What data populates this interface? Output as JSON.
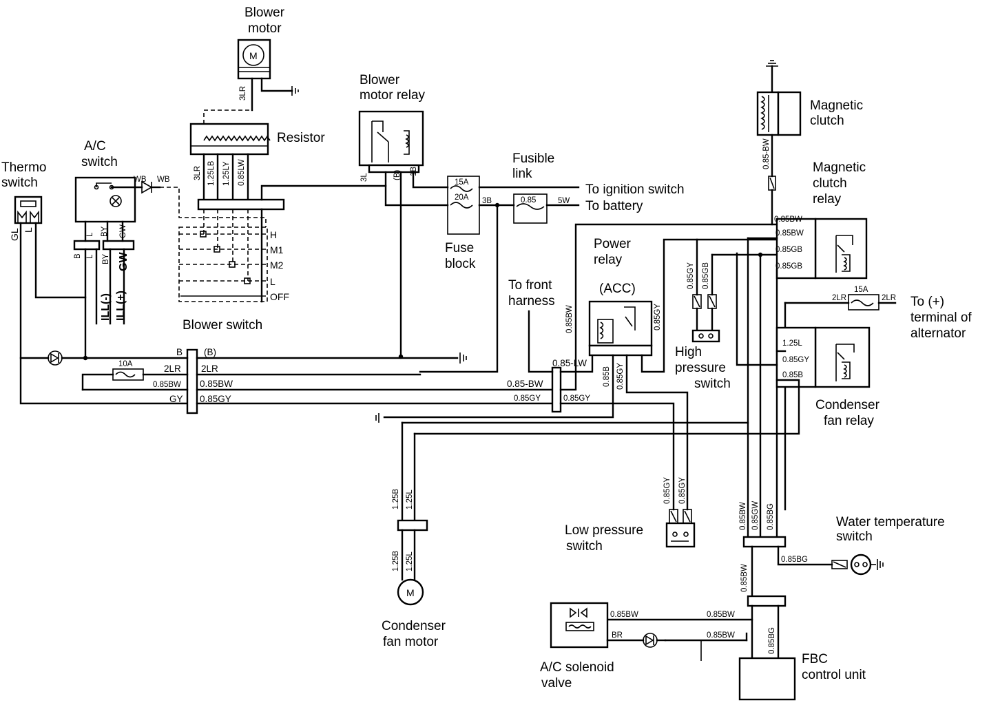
{
  "components": {
    "blower_motor": [
      "Blower",
      "motor"
    ],
    "resistor": "Resistor",
    "blower_motor_relay": [
      "Blower",
      "motor relay"
    ],
    "fusible_link": [
      "Fusible",
      "link"
    ],
    "to_ignition": "To ignition switch",
    "to_battery": "To battery",
    "fuse_block": [
      "Fuse",
      "block"
    ],
    "magnetic_clutch": [
      "Magnetic",
      "clutch"
    ],
    "magnetic_clutch_relay": [
      "Magnetic",
      "clutch",
      "relay"
    ],
    "thermo_switch": [
      "Thermo",
      "switch"
    ],
    "ac_switch": [
      "A/C",
      "switch"
    ],
    "blower_switch": "Blower switch",
    "power_relay": [
      "Power",
      "relay"
    ],
    "acc": "(ACC)",
    "to_front_harness": [
      "To front",
      "harness"
    ],
    "high_pressure_switch": [
      "High",
      "pressure",
      "switch"
    ],
    "to_alternator": [
      "To (+)",
      "terminal of",
      "alternator"
    ],
    "condenser_fan_relay": [
      "Condenser",
      "fan relay"
    ],
    "low_pressure_switch": [
      "Low pressure",
      "switch"
    ],
    "water_temp_switch": [
      "Water temperature",
      "switch"
    ],
    "condenser_fan_motor": [
      "Condenser",
      "fan motor"
    ],
    "ac_solenoid_valve": [
      "A/C solenoid",
      "valve"
    ],
    "fbc_control_unit": [
      "FBC",
      "control unit"
    ]
  },
  "symbols": {
    "motor": "M"
  },
  "blower_switch_positions": [
    "H",
    "M1",
    "M2",
    "L",
    "OFF"
  ],
  "fuses": {
    "f15a": "15A",
    "f20a": "20A",
    "f10a": "10A",
    "f15a_alt": "15A",
    "fl": "0.85"
  },
  "wires": {
    "motor_3lr": "3LR",
    "res_3lr": "3LR",
    "res_125lb": "1.25LB",
    "res_125ly": "1.25LY",
    "res_085lw": "0.85LW",
    "bmr_3l": "3L",
    "bmr_b": "(B)",
    "bmr_1b": "1B",
    "b3": "3B",
    "w5": "5W",
    "ac_wb1": "WB",
    "ac_wb2": "WB",
    "ac_l": "L",
    "ac_by1": "BY",
    "ac_gw1": "GW",
    "ac_b": "B",
    "ac_l2": "L",
    "ac_by2": "BY",
    "ac_gw2": "GW",
    "ill_neg": "ILL(-)",
    "ill_pos": "ILL(+)",
    "thermo_gl": "GL",
    "thermo_l": "L",
    "fl_3l": "3L",
    "h_b": "B",
    "h_bb": "(B)",
    "h_2lr": "2LR",
    "h_2lr2": "2LR",
    "h_085bw": "0.85BW",
    "h_085bw2": "0.85BW",
    "h_gy": "GY",
    "h_085gy": "0.85GY",
    "h_085bw3": "0.85-BW",
    "h_085gy2": "0.85GY",
    "h_085gy3": "0.85GY",
    "pr_085lw": "0.85-LW",
    "pr_085bw": "0.85BW",
    "pr_085b": "0.85B",
    "pr_085gy": "0.85GY",
    "pr_085gy2": "0.85GY",
    "hp_085gy": "0.85GY",
    "hp_085gb": "0.85GB",
    "mc_085bw": "0.85-BW",
    "mcr_085bw1": "0.85BW",
    "mcr_085bw2": "0.85BW",
    "mcr_085gb1": "0.85GB",
    "mcr_085gb2": "0.85GB",
    "alt_2lr1": "2LR",
    "alt_2lr2": "2LR",
    "cfr_125l": "1.25L",
    "cfr_085gy": "0.85GY",
    "cfr_085b": "0.85B",
    "lp_085gy1": "0.85GY",
    "lp_085gy2": "0.85GY",
    "cfm_125b1": "1.25B",
    "cfm_125l1": "1.25L",
    "cfm_125b2": "1.25B",
    "cfm_125l2": "1.25L",
    "v_085bw": "0.85BW",
    "v_085gw": "0.85GW",
    "v_085bg": "0.85BG",
    "wt_085bg": "0.85BG",
    "fbc_085bw": "0.85BW",
    "fbc_085bg": "0.85BG",
    "sol_085bw1": "0.85BW",
    "sol_085bw2": "0.85BW",
    "sol_br": "BR",
    "sol_085bw3": "0.85BW"
  }
}
